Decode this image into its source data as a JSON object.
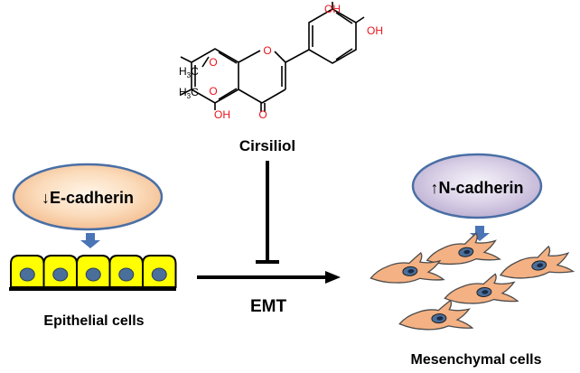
{
  "molecule": {
    "name": "Cirsiliol",
    "oh_top": "OH",
    "oh_right": "OH",
    "ring_oxygen": "O",
    "methoxy_o_1": "O",
    "methoxy_o_2": "O",
    "methyl_h3c_1": "H",
    "methyl_h3c_1_sub": "3",
    "methyl_h3c_1_c": "C",
    "methyl_h3c_2": "H",
    "methyl_h3c_2_sub": "3",
    "methyl_h3c_2_c": "C",
    "oh_bottom": "OH",
    "carbonyl_o": "O"
  },
  "left": {
    "marker_label": "↓E-cadherin",
    "cells_label": "Epithelial cells"
  },
  "right": {
    "marker_label": "↑N-cadherin",
    "cells_label": "Mesenchymal cells"
  },
  "process": {
    "label": "EMT"
  },
  "colors": {
    "oxygen_red": "#e8141c",
    "epithelial_yellow": "#ffff00",
    "nucleus_blue": "#4a6f9b",
    "mesenchymal_orange": "#f4b183",
    "arrow_blue": "#4a74b5"
  }
}
